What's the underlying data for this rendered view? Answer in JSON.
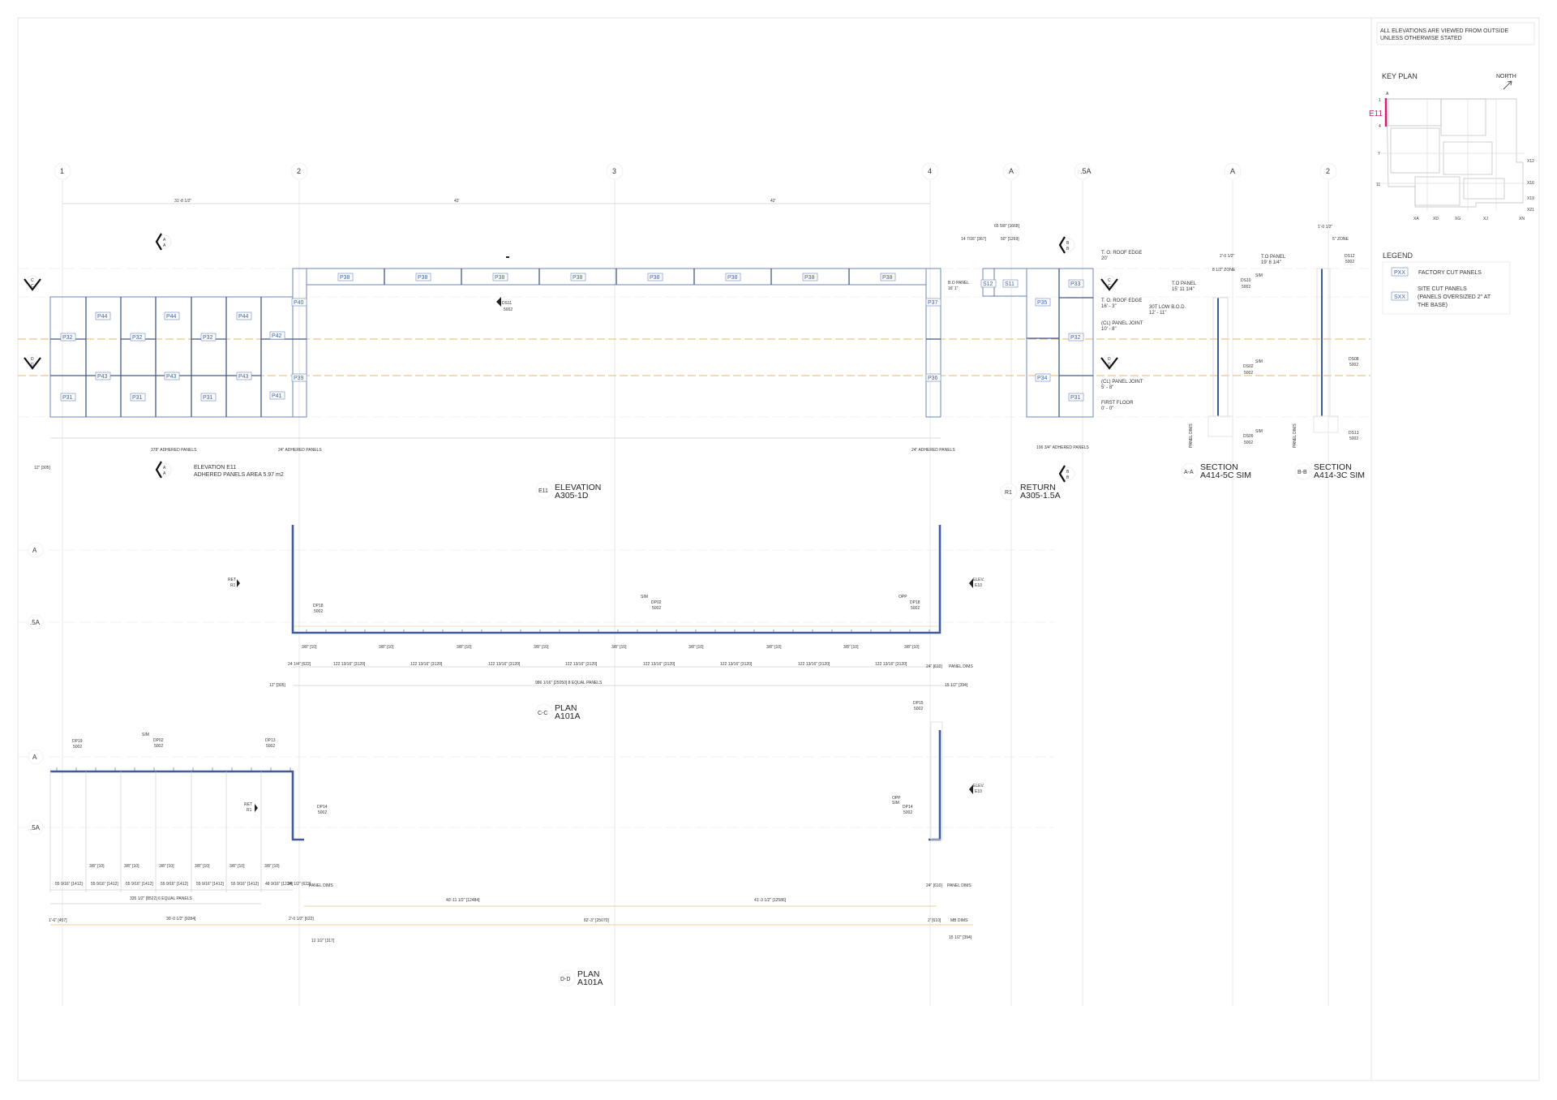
{
  "notes": {
    "line1": "ALL ELEVATIONS ARE VIEWED FROM OUTSIDE",
    "line2": "UNLESS OTHERWISE STATED"
  },
  "key_plan": {
    "title": "KEY PLAN",
    "north": "NORTH",
    "marker": "E11",
    "marker_color": "#d0207a",
    "row_labels": [
      "A",
      "1",
      "4",
      "7",
      "11"
    ],
    "right_labels": [
      "X12",
      "X16",
      "X19",
      "X21"
    ],
    "col_labels": [
      "XA",
      "XD",
      "XG",
      "XJ",
      "XN"
    ]
  },
  "legend": {
    "title": "LEGEND",
    "factory_tag": "PXX",
    "factory_label": "FACTORY CUT PANELS",
    "site_tag": "SXX",
    "site_line1": "SITE CUT PANELS",
    "site_line2": "(PANELS OVERSIZED 2\" AT",
    "site_line3": "THE BASE)"
  },
  "grid_bubbles": [
    "1",
    "2",
    "3",
    "4",
    "A",
    ".5A",
    "A",
    "2"
  ],
  "top_dims": [
    "31'-8 1/2\"",
    "42'",
    "42'"
  ],
  "elevation_e11": {
    "left_panels": [
      "P44",
      "P44",
      "P44",
      "P32",
      "P32",
      "P32",
      "P42",
      "P43",
      "P43",
      "P43",
      "P31",
      "P31",
      "P31",
      "P41"
    ],
    "column_panels": [
      "P40",
      "P39",
      "P37",
      "P36"
    ],
    "top_panels": [
      "P38",
      "P38",
      "P38",
      "P38",
      "P38",
      "P38",
      "P38",
      "P38"
    ],
    "detail": "DS11",
    "detail_sheet": "5002",
    "adhered_1": "378\" ADHERED PANELS",
    "adhered_2": "24\" ADHERED PANELS",
    "adhered_3": "24\" ADHERED PANELS",
    "offset_dim": "12\" [305]",
    "note1": "ELEVATION E11",
    "note2": "ADHERED PANELS AREA 5.97 m2",
    "title_tag": "E11",
    "title": "ELEVATION",
    "sheet": "A305-1D"
  },
  "return_r1": {
    "panels": [
      "S12",
      "S11",
      "P33",
      "P35",
      "P32",
      "P34",
      "P31"
    ],
    "bo_panel1": "B.O PANEL",
    "bo_panel2": "16' 1\"",
    "dim_top": "65 5/8\" [1668]",
    "dim_a": "14 7/16\" [367]",
    "dim_b": "50\" [1269]",
    "adhered": "106 3/4\" ADHERED PANELS",
    "title_tag": "R1",
    "title": "RETURN",
    "sheet": "A305-1.5A"
  },
  "levels": [
    {
      "name": "T. O. ROOF EDGE",
      "value": "20'"
    },
    {
      "name": "T. O. ROOF EDGE",
      "value": "16' - 3\""
    },
    {
      "name": "(CL) PANEL JOINT",
      "value": "10' - 8\""
    },
    {
      "name": "(CL) PANEL JOINT",
      "value": "5' - 8\""
    },
    {
      "name": "FIRST FLOOR",
      "value": "0' - 0\""
    }
  ],
  "section_aa": {
    "to_panel1": "T.O PANEL",
    "to_panel2": "15' 11 1/4\"",
    "bod1": "30T LOW B.O.D.",
    "bod2": "12' - 11\"",
    "zone": "8 1/2\" ZONE",
    "top_dim": "2'-0 1/2\"",
    "callouts": [
      {
        "sim": "SIM",
        "id": "DS10",
        "sheet": "5002"
      },
      {
        "sim": "SIM",
        "id": "DS02",
        "sheet": "5002"
      },
      {
        "sim": "SIM",
        "id": "DS09",
        "sheet": "5002"
      }
    ],
    "panel_dims": "PANEL DIMS",
    "title_tag": "A-A",
    "title": "SECTION",
    "sheet": "A414-5C SIM"
  },
  "section_bb": {
    "to_panel1": "T.O PANEL",
    "to_panel2": "19' 8 1/4\"",
    "zone": "5\" ZONE",
    "top_dim": "1'-0 1/2\"",
    "callouts": [
      {
        "id": "DS12",
        "sheet": "5002"
      },
      {
        "id": "DS08",
        "sheet": "5002"
      },
      {
        "id": "DS13",
        "sheet": "5002"
      }
    ],
    "panel_dims": "PANEL DIMS",
    "title_tag": "B-B",
    "title": "SECTION",
    "sheet": "A414-3C SIM"
  },
  "section_markers": {
    "a": "A",
    "b": "B",
    "c": "C",
    "d": "D"
  },
  "plan_cc": {
    "grid_a": "A",
    "grid_5a": ".5A",
    "ret1": "RET",
    "ret2": "R1",
    "elev1": "ELEV.",
    "elev2": "E10",
    "dp18": "DP18",
    "dp18_sheet": "5002",
    "sim": "SIM",
    "dp02": "DP02",
    "dp02_sheet": "5002",
    "opp": "OPP",
    "dp18b": "DP18",
    "dp18b_sheet": "5002",
    "dp15": "DP15",
    "dp15_sheet": "5002",
    "joint": "3/8\" [10]",
    "start_dim": "24 1/4\" [622]",
    "panel_dim": "122 13/16\" [3120]",
    "end_dim": "24\" [610]",
    "panel_dims": "PANEL DIMS",
    "offset": "12\" [305]",
    "total": "986 1/16\" [25050] 8 EQUAL PANELS",
    "end_offset": "15 1/2\" [394]",
    "title_tag": "C-C",
    "title": "PLAN",
    "sheet": "A101A"
  },
  "plan_dd": {
    "grid_a": "A",
    "grid_5a": ".5A",
    "dp19": "DP19",
    "dp19_sheet": "5002",
    "sim": "SIM",
    "dp02": "DP02",
    "dp02_sheet": "5002",
    "dp13": "DP13",
    "dp13_sheet": "5002",
    "dp14": "DP14",
    "dp14_sheet": "5002",
    "opp": "OPP",
    "sim2": "SIM",
    "dp14b": "DP14",
    "dp14b_sheet": "5002",
    "ret1": "RET",
    "ret2": "R1",
    "elev1": "ELEV.",
    "elev2": "E10",
    "joint": "3/8\" [10]",
    "panel_dim": "55 9/16\" [1412]",
    "last_dim": "48 9/16\" [1234]",
    "corner_dim": "24 1/2\" [622]",
    "panel_dims": "PANEL DIMS",
    "end_dim": "24\" [610]",
    "panel_dims2": "PANEL DIMS",
    "equal": "335 1/2\" [8522] 6 EQUAL PANELS",
    "span1": "40'-11 1/2\" [12484]",
    "span2": "41'-3 1/2\" [12586]",
    "m1": "1'-6\" [457]",
    "m2": "30'-0 1/2\" [9284]",
    "m3": "2'-0 1/2\" [622]",
    "m4": "82'-3\" [25070]",
    "m5": "2' [610]",
    "mb_dims": "MB DIMS",
    "off1": "12 1/2\" [317]",
    "off2": "15 1/2\" [394]",
    "title_tag": "D-D",
    "title": "PLAN",
    "sheet": "A101A"
  }
}
